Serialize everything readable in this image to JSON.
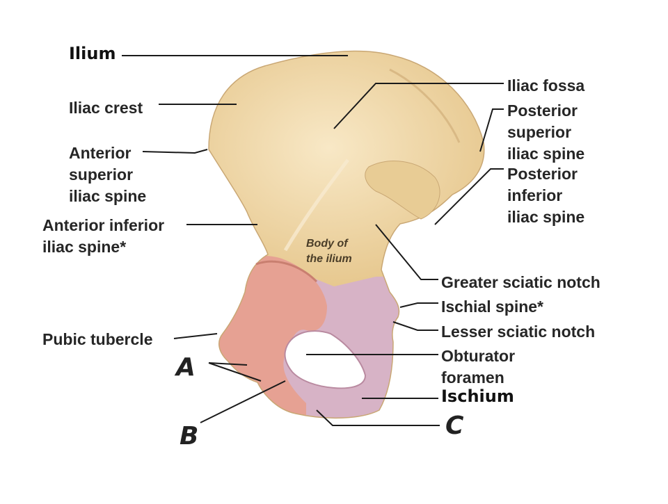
{
  "colors": {
    "ilium": "#f1d9a8",
    "pubis": "#e6a193",
    "ischium": "#d7b3c6",
    "leader": "#1a1a1a",
    "label_text": "#262626"
  },
  "labels": {
    "ilium": "Ilium",
    "iliac_crest": "Iliac crest",
    "asis": "Anterior\nsuperior\niliac spine",
    "aiis": "Anterior inferior\niliac spine*",
    "pubic_tubercle": "Pubic tubercle",
    "iliac_fossa": "Iliac fossa",
    "psis": "Posterior\nsuperior\niliac spine",
    "piis": "Posterior\ninferior\niliac spine",
    "body_of_ilium": "Body of\nthe ilium",
    "greater_sciatic_notch": "Greater sciatic notch",
    "ischial_spine": "Ischial spine*",
    "lesser_sciatic_notch": "Lesser sciatic notch",
    "obturator_foramen": "Obturator\nforamen",
    "ischium": "Ischium"
  },
  "blank_letters": {
    "a": "A",
    "b": "B",
    "c": "C"
  }
}
